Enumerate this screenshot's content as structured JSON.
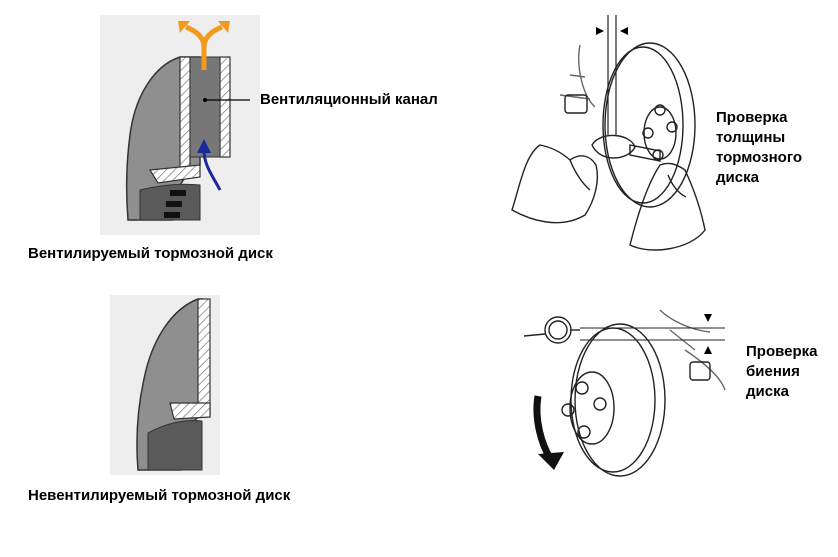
{
  "labels": {
    "vent_channel": "Вентиляционный канал",
    "vented_disc": "Вентилируемый тормозной диск",
    "solid_disc": "Невентилируемый тормозной диск",
    "thickness_check": "Проверка\nтолщины\nтормозного\nдиска",
    "runout_check": "Проверка\nбиения\nдиска"
  },
  "colors": {
    "disc_gray": "#8f8f8f",
    "disc_dark": "#5a5a5a",
    "hatch": "#cfcfcf",
    "air_out": "#f39a1e",
    "air_in": "#1b2a9a"
  }
}
